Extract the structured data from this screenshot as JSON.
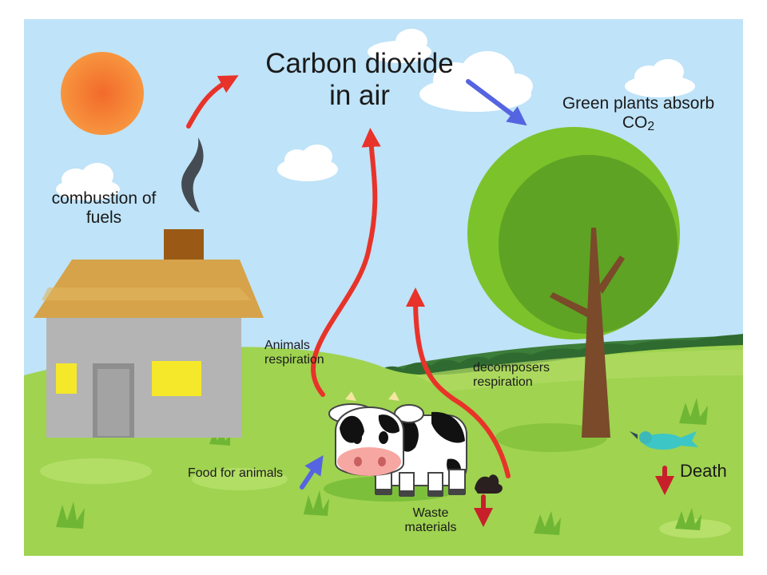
{
  "diagram": {
    "title": {
      "line1": "Carbon dioxide",
      "line2": "in air"
    },
    "labels": {
      "green_plants": {
        "line1": "Green plants absorb",
        "line2_base": "CO",
        "line2_sub": "2"
      },
      "combustion": {
        "line1": "combustion of",
        "line2": "fuels"
      },
      "animals_respiration": {
        "line1": "Animals",
        "line2": "respiration"
      },
      "decomposers_respiration": {
        "line1": "decomposers",
        "line2": "respiration"
      },
      "food_for_animals": "Food for animals",
      "waste_materials": {
        "line1": "Waste",
        "line2": "materials"
      },
      "death": "Death"
    },
    "colors": {
      "sky": "#bfe3f8",
      "grass": "#9fd350",
      "arrow_red": "#e8332a",
      "arrow_blue": "#5564e0",
      "arrow_dark_red": "#c8202a",
      "tree_light": "#7cc22b",
      "tree_dark": "#5ea323",
      "sun": "#f4883a"
    }
  }
}
